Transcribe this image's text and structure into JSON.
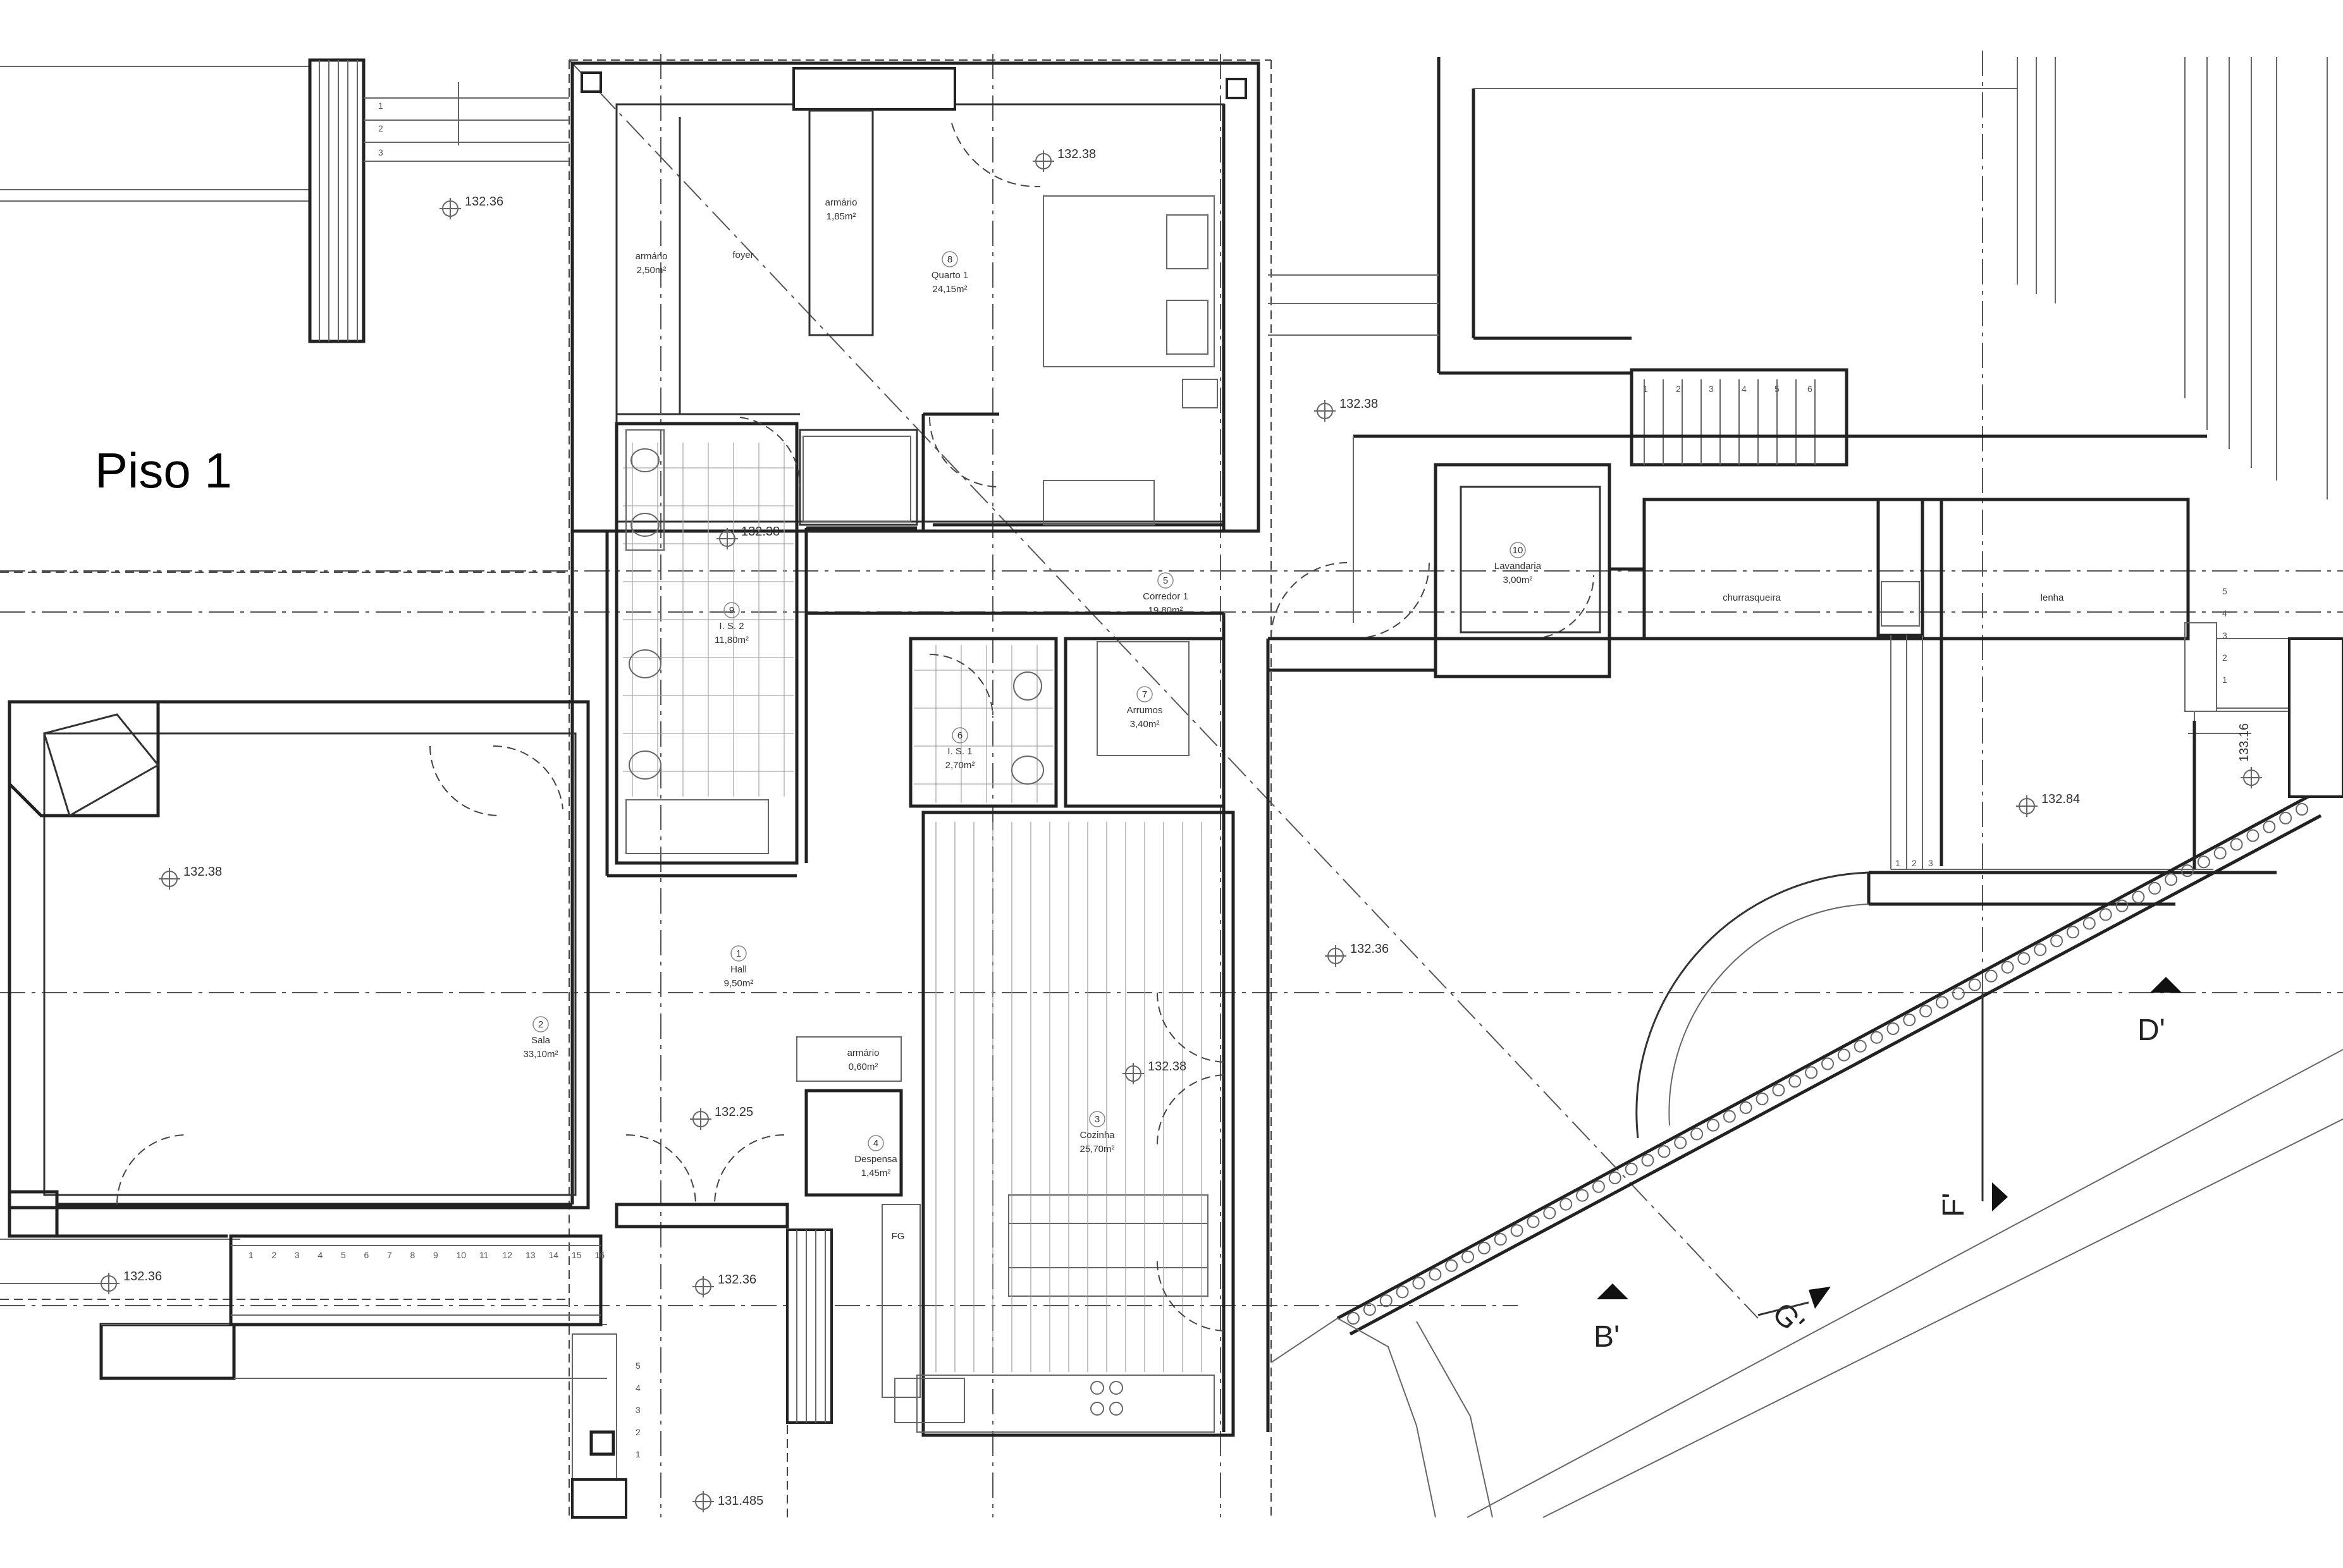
{
  "title": "Piso 1",
  "rooms": [
    {
      "num": "1",
      "name": "Hall",
      "area": "9,50m²"
    },
    {
      "num": "2",
      "name": "Sala",
      "area": "33,10m²"
    },
    {
      "num": "3",
      "name": "Cozinha",
      "area": "25,70m²"
    },
    {
      "num": "4",
      "name": "Despensa",
      "area": "1,45m²"
    },
    {
      "num": "5",
      "name": "Corredor 1",
      "area": "19,80m²"
    },
    {
      "num": "6",
      "name": "I. S. 1",
      "area": "2,70m²"
    },
    {
      "num": "7",
      "name": "Arrumos",
      "area": "3,40m²"
    },
    {
      "num": "8",
      "name": "Quarto 1",
      "area": "24,15m²"
    },
    {
      "num": "9",
      "name": "I. S. 2",
      "area": "11,80m²"
    },
    {
      "num": "10",
      "name": "Lavandaria",
      "area": "3,00m²"
    }
  ],
  "labels": {
    "armario_1": "armário",
    "armario_1_area": "2,50m²",
    "armario_2": "armário",
    "armario_2_area": "1,85m²",
    "armario_3": "armário",
    "armario_3_area": "0,60m²",
    "foyer": "foyer",
    "churrasqueira": "churrasqueira",
    "lenha": "lenha",
    "fg": "FG"
  },
  "elevations": [
    "132.36",
    "132.38",
    "132.38",
    "132.38",
    "132.38",
    "132.36",
    "132.38",
    "132.25",
    "132.36",
    "132.36",
    "132.84",
    "133.16",
    "131.485"
  ],
  "sections": [
    "D'",
    "B'",
    "F'",
    "G'"
  ],
  "stair_steps": {
    "top_left": [
      "1",
      "2",
      "3"
    ],
    "bottom": [
      "1",
      "2",
      "3",
      "4",
      "5",
      "6",
      "7",
      "8",
      "9",
      "10",
      "11",
      "12",
      "13",
      "14",
      "15",
      "16"
    ],
    "lower_left": [
      "1",
      "2",
      "3",
      "4",
      "5"
    ],
    "upper_right": [
      "1",
      "2",
      "3",
      "4",
      "5",
      "6"
    ],
    "right_a": [
      "1",
      "2",
      "3"
    ],
    "right_b": [
      "1",
      "2",
      "3",
      "4",
      "5"
    ]
  }
}
